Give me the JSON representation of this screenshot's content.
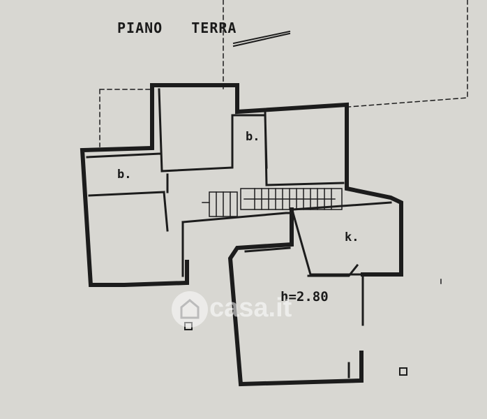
{
  "plan": {
    "title": "PIANO TERRA",
    "rooms": {
      "bath_top": "b.",
      "bath_left": "b.",
      "kitchen": "k.",
      "living_height": "h=2.80"
    },
    "watermark": "casa.it"
  }
}
